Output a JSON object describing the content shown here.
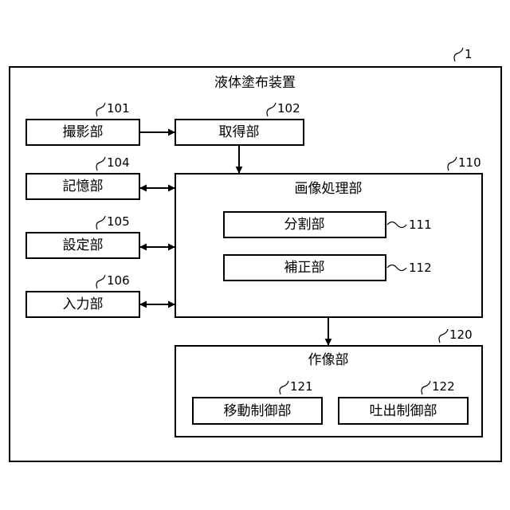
{
  "device": {
    "title": "液体塗布装置",
    "ref": "1"
  },
  "blocks": {
    "imaging": {
      "label": "撮影部",
      "ref": "101"
    },
    "acquire": {
      "label": "取得部",
      "ref": "102"
    },
    "storage": {
      "label": "記憶部",
      "ref": "104"
    },
    "setting": {
      "label": "設定部",
      "ref": "105"
    },
    "input": {
      "label": "入力部",
      "ref": "106"
    },
    "processing": {
      "label": "画像処理部",
      "ref": "110"
    },
    "divide": {
      "label": "分割部",
      "ref": "111"
    },
    "correct": {
      "label": "補正部",
      "ref": "112"
    },
    "drawing": {
      "label": "作像部",
      "ref": "120"
    },
    "movement": {
      "label": "移動制御部",
      "ref": "121"
    },
    "discharge": {
      "label": "吐出制御部",
      "ref": "122"
    }
  }
}
